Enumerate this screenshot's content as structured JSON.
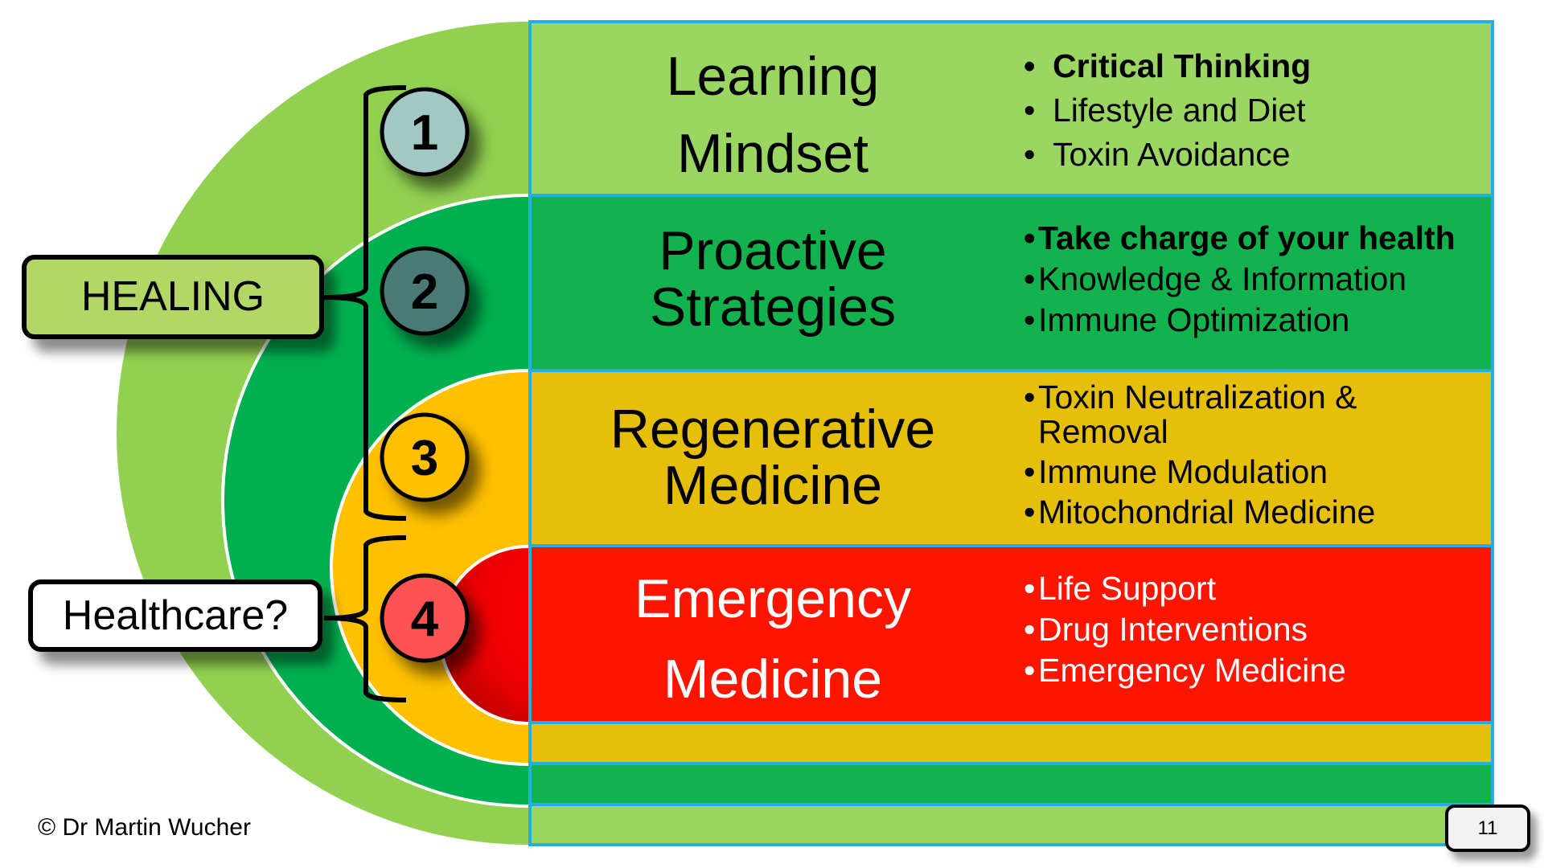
{
  "colors": {
    "light_green": "#92d050",
    "green": "#00b050",
    "yellow": "#ffc000",
    "red": "#ff0000",
    "table_border": "#1fb1e6",
    "row_learning": "#9cd662",
    "row_proactive": "#12b24f",
    "row_regenerative": "#e5bf0a",
    "row_emergency": "#ff1400",
    "badge_1": "#a3c8c4",
    "badge_2": "#4a7a74",
    "badge_3": "#ffc000",
    "badge_4": "#ff5252",
    "healing_box": "#b3d766",
    "healthcare_box": "#ffffff"
  },
  "labels": {
    "healing": "HEALING",
    "healthcare": "Healthcare?"
  },
  "badges": [
    "1",
    "2",
    "3",
    "4"
  ],
  "rows": [
    {
      "title_lines": [
        "Learning",
        "Mindset"
      ],
      "bullets": [
        {
          "text": "Critical Thinking",
          "bold": true
        },
        {
          "text": "Lifestyle and Diet",
          "bold": false
        },
        {
          "text": "Toxin Avoidance",
          "bold": false
        }
      ]
    },
    {
      "title_lines": [
        "Proactive",
        "Strategies"
      ],
      "bullets": [
        {
          "text": "Take charge of your health",
          "bold": true
        },
        {
          "text": "Knowledge & Information",
          "bold": false
        },
        {
          "text": "Immune Optimization",
          "bold": false
        }
      ]
    },
    {
      "title_lines": [
        "Regenerative",
        "Medicine"
      ],
      "bullets": [
        {
          "text": "Toxin Neutralization &",
          "bold": false
        },
        {
          "text": "Removal",
          "bold": false,
          "continuation": true
        },
        {
          "text": "Immune Modulation",
          "bold": false
        },
        {
          "text": "Mitochondrial Medicine",
          "bold": false
        }
      ]
    },
    {
      "title_lines": [
        "Emergency",
        "Medicine"
      ],
      "bullets": [
        {
          "text": "Life Support",
          "bold": false
        },
        {
          "text": "Drug Interventions",
          "bold": false
        },
        {
          "text": "Emergency Medicine",
          "bold": false
        }
      ]
    }
  ],
  "bullet_glyph": "•",
  "footer": {
    "copyright": "© Dr Martin Wucher",
    "page_number": "11"
  }
}
